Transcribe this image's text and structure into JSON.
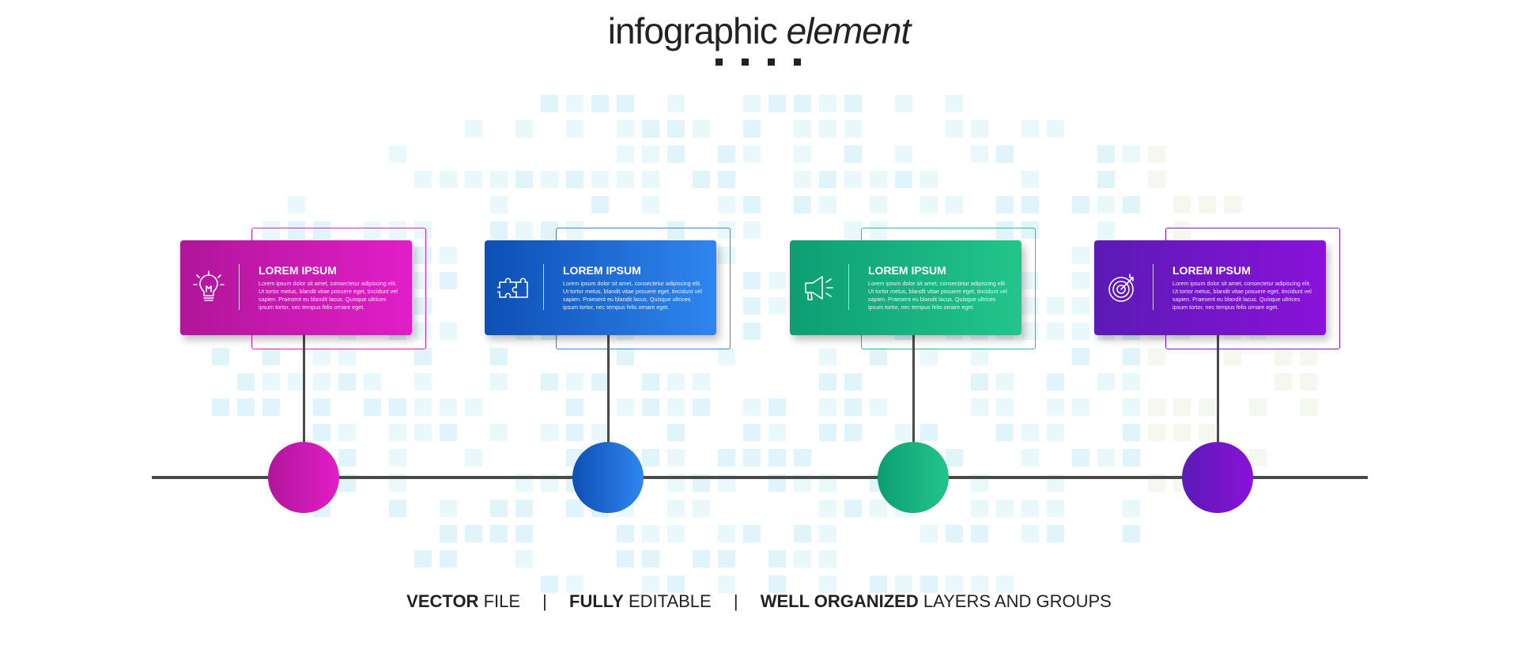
{
  "title": {
    "part1": "infographic",
    "part2": "element"
  },
  "steps": [
    {
      "heading": "LOREM IPSUM",
      "body": "Lorem ipsum dolor sit amet, consectetur adipiscing elit. Ut tortor metus, blandit vitae posuere eget, tincidunt vel sapien. Praesent eu blandit lacus. Quisque ultrices ipsum tortor, nec tempus felis ornare eget.",
      "icon": "lightbulb-icon",
      "color_start": "#b0169a",
      "color_end": "#e21ec8"
    },
    {
      "heading": "LOREM IPSUM",
      "body": "Lorem ipsum dolor sit amet, consectetur adipiscing elit. Ut tortor metus, blandit vitae posuere eget, tincidunt vel sapien. Praesent eu blandit lacus. Quisque ultrices ipsum tortor, nec tempus felis ornare eget.",
      "icon": "puzzle-icon",
      "color_start": "#0d4fb5",
      "color_end": "#2f86ee"
    },
    {
      "heading": "LOREM IPSUM",
      "body": "Lorem ipsum dolor sit amet, consectetur adipiscing elit. Ut tortor metus, blandit vitae posuere eget, tincidunt vel sapien. Praesent eu blandit lacus. Quisque ultrices ipsum tortor, nec tempus felis ornare eget.",
      "icon": "megaphone-icon",
      "color_start": "#0d9e72",
      "color_end": "#22c58c"
    },
    {
      "heading": "LOREM IPSUM",
      "body": "Lorem ipsum dolor sit amet, consectetur adipiscing elit. Ut tortor metus, blandit vitae posuere eget, tincidunt vel sapien. Praesent eu blandit lacus. Quisque ultrices ipsum tortor, nec tempus felis ornare eget.",
      "icon": "target-icon",
      "color_start": "#5b1ab5",
      "color_end": "#8a12d9"
    }
  ],
  "footer": {
    "item1_bold": "VECTOR",
    "item1_rest": " FILE",
    "sep": "|",
    "item2_bold": "FULLY",
    "item2_rest": " EDITABLE",
    "item3_bold": "WELL ORGANIZED",
    "item3_rest": " LAYERS AND GROUPS"
  }
}
